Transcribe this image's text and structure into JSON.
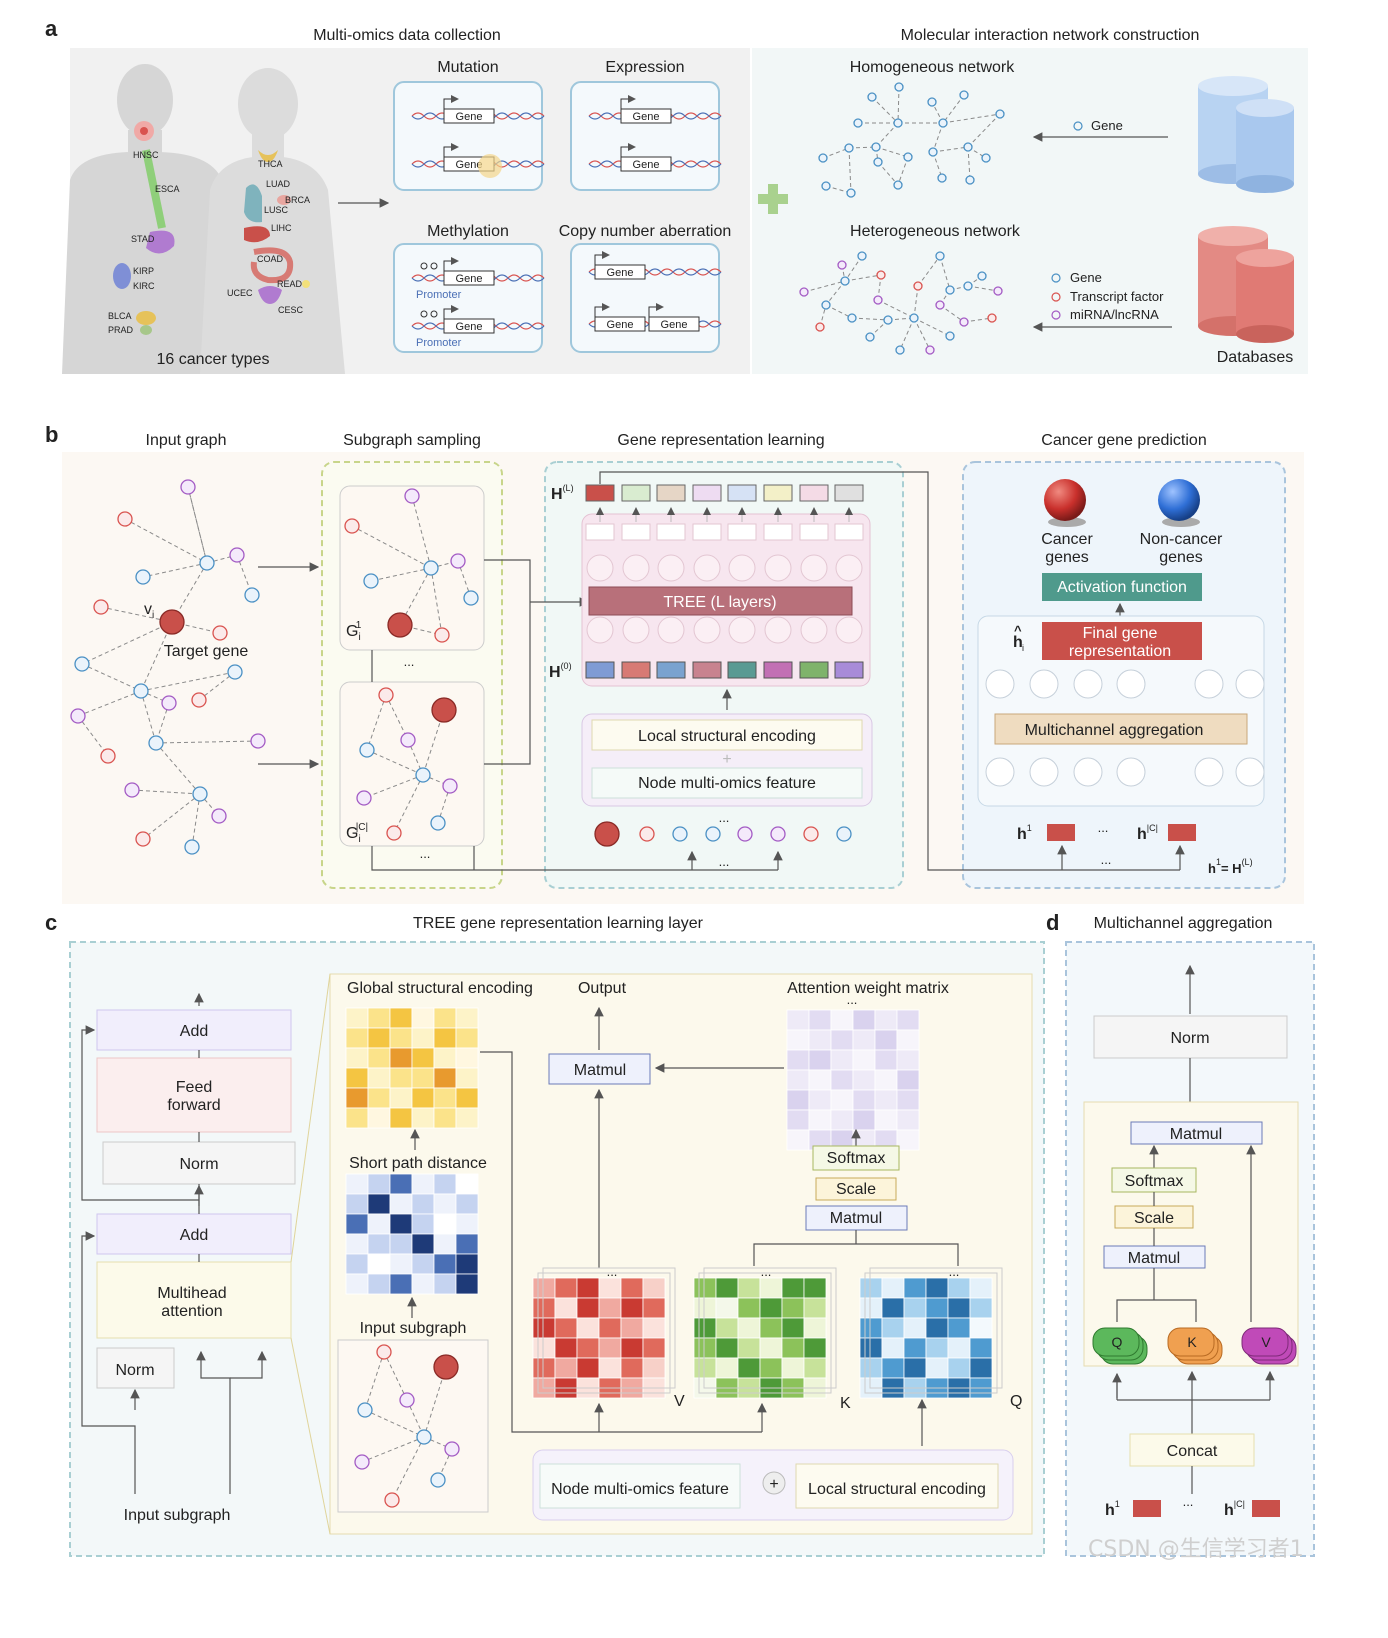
{
  "panels": {
    "a": "a",
    "b": "b",
    "c": "c",
    "d": "d"
  },
  "panel_a": {
    "left_title": "Multi-omics data collection",
    "right_title": "Molecular interaction network construction",
    "cancer_labels": [
      "HNSC",
      "ESCA",
      "STAD",
      "KIRP",
      "KIRC",
      "BLCA",
      "PRAD",
      "THCA",
      "LUAD",
      "BRCA",
      "LUSC",
      "LIHC",
      "COAD",
      "READ",
      "UCEC",
      "CESC"
    ],
    "cancer_count": "16 cancer types",
    "omics": {
      "mutation": "Mutation",
      "expression": "Expression",
      "methylation": "Methylation",
      "cna": "Copy number aberration",
      "gene": "Gene",
      "promoter": "Promoter"
    },
    "homogeneous": "Homogeneous network",
    "heterogeneous": "Heterogeneous network",
    "homo_legend": "Gene",
    "hetero_legend": [
      "Gene",
      "Transcript factor",
      "miRNA/lncRNA"
    ],
    "databases": "Databases",
    "colors": {
      "gene": "#4a90c4",
      "tf": "#d9534f",
      "mirna": "#a35bc4",
      "plus": "#9cc97a",
      "db_blue": "#a9c8ee",
      "db_red": "#e07a74"
    }
  },
  "panel_b": {
    "input_graph": "Input graph",
    "subgraph_sampling": "Subgraph sampling",
    "gene_rep_learning": "Gene representation learning",
    "cancer_gene_prediction": "Cancer gene prediction",
    "vi": "v",
    "vi_sub": "i",
    "target_gene": "Target gene",
    "g1": "G",
    "g1_sub": "i",
    "g1_sup": "1",
    "gc_sup": "|C|",
    "ellipsis": "...",
    "hL": "H",
    "hL_sup": "(L)",
    "h0_sup": "(0)",
    "tree": "TREE  (L layers)",
    "local_enc": "Local structural encoding",
    "node_feat": "Node multi-omics feature",
    "cancer_genes": [
      "Cancer",
      "genes"
    ],
    "non_cancer_genes": [
      "Non-cancer",
      "genes"
    ],
    "activation": "Activation function",
    "final_rep": [
      "Final gene",
      "representation"
    ],
    "multichannel": "Multichannel aggregation",
    "h_hat": "h",
    "h_tilde_eq": "= H",
    "colors": {
      "hL": [
        "#c9504a",
        "#d9ecd0",
        "#e6d6c6",
        "#eedcf2",
        "#d6e2f5",
        "#f3f0c8",
        "#f4dbe6",
        "#e0e0e0"
      ],
      "h0": [
        "#7f9bd4",
        "#d77a74",
        "#7aa2cf",
        "#c8838f",
        "#5a9a93",
        "#c270b4",
        "#7fb36b",
        "#a88bd8"
      ]
    }
  },
  "panel_c": {
    "title": "TREE gene representation learning layer",
    "add": "Add",
    "feed_forward": [
      "Feed",
      "forward"
    ],
    "norm": "Norm",
    "multihead": [
      "Multihead",
      "attention"
    ],
    "input_subgraph": "Input subgraph",
    "global_enc": "Global structural encoding",
    "short_path": "Short path distance",
    "output": "Output",
    "matmul": "Matmul",
    "attention_matrix": "Attention weight matrix",
    "softmax": "Softmax",
    "scale": "Scale",
    "v": "V",
    "k": "K",
    "q": "Q",
    "node_feat": "Node multi-omics feature",
    "local_enc": "Local structural encoding",
    "plus": "+"
  },
  "panel_d": {
    "title": "Multichannel aggregation",
    "norm": "Norm",
    "matmul": "Matmul",
    "softmax": "Softmax",
    "scale": "Scale",
    "q": "Q",
    "k": "K",
    "v": "V",
    "concat": "Concat",
    "h": "h",
    "sup1": "1",
    "supc": "|C|",
    "ellipsis": "..."
  },
  "watermark": "CSDN @生信学习者1"
}
